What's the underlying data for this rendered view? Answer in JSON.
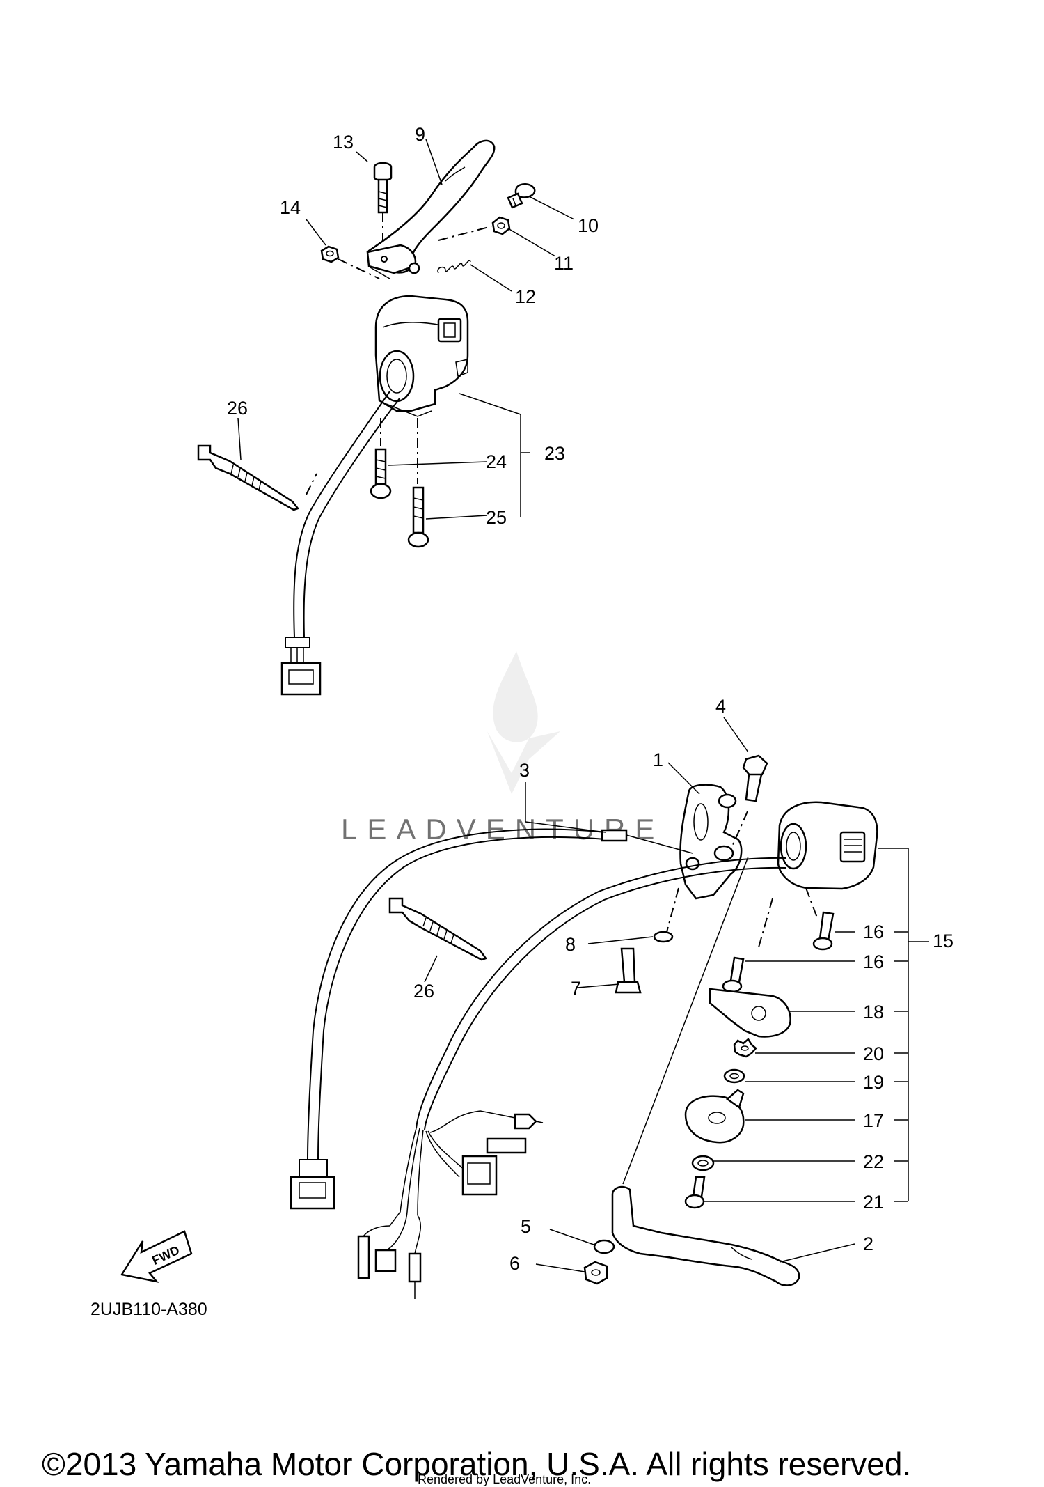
{
  "diagram_code": "2UJB110-A380",
  "copyright": "©2013 Yamaha Motor Corporation, U.S.A. All rights reserved.",
  "rendered_by": "Rendered by LeadVenture, Inc.",
  "watermark": "LEADVENTURE",
  "fwd_label": "FWD",
  "callouts": {
    "c1": "1",
    "c2": "2",
    "c3": "3",
    "c4": "4",
    "c5": "5",
    "c6": "6",
    "c7": "7",
    "c8": "8",
    "c9": "9",
    "c10": "10",
    "c11": "11",
    "c12": "12",
    "c13": "13",
    "c14": "14",
    "c15": "15",
    "c16a": "16",
    "c16b": "16",
    "c17": "17",
    "c18": "18",
    "c19": "19",
    "c20": "20",
    "c21": "21",
    "c22": "22",
    "c23": "23",
    "c24": "24",
    "c25": "25",
    "c26a": "26",
    "c26b": "26"
  }
}
